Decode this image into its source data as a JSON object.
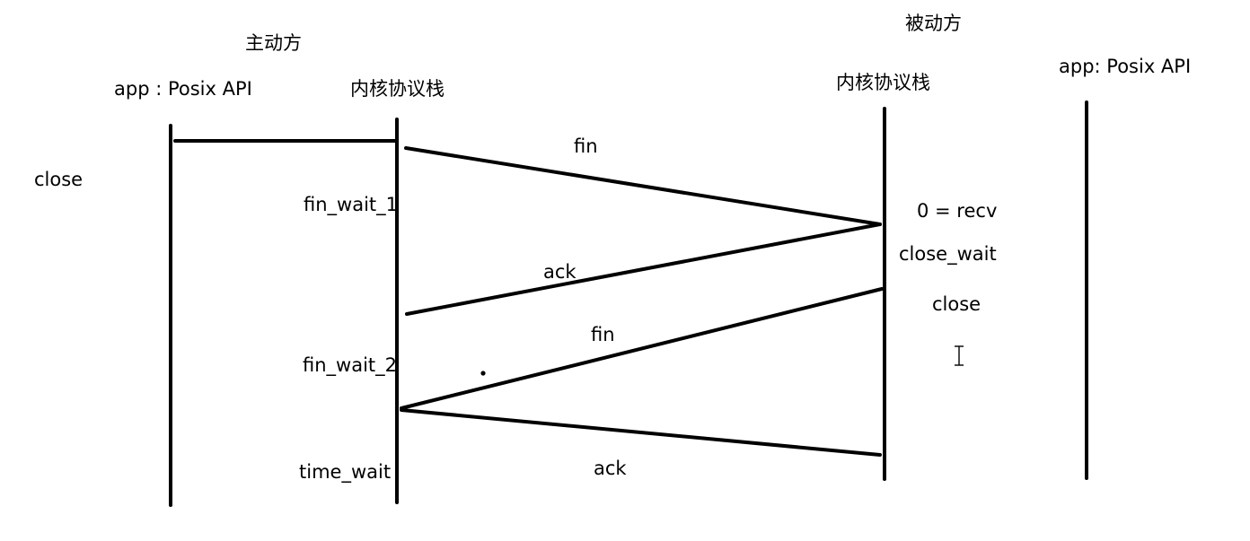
{
  "diagram": {
    "active_side_label": "主动方",
    "passive_side_label": "被动方",
    "active_app_label": "app : Posix API",
    "active_kernel_label": "内核协议栈",
    "passive_kernel_label": "内核协议栈",
    "passive_app_label": "app: Posix API",
    "active_close_label": "close",
    "fin_wait_1_label": "fin_wait_1",
    "fin_wait_2_label": "fin_wait_2",
    "time_wait_label": "time_wait",
    "recv_label": "0 = recv",
    "close_wait_label": "close_wait",
    "passive_close_label": "close",
    "messages": [
      {
        "label": "fin",
        "direction": "active-to-passive"
      },
      {
        "label": "ack",
        "direction": "passive-to-active"
      },
      {
        "label": "fin",
        "direction": "passive-to-active"
      },
      {
        "label": "ack",
        "direction": "active-to-passive"
      }
    ]
  },
  "colors": {
    "ink": "#000000",
    "background": "#ffffff"
  }
}
